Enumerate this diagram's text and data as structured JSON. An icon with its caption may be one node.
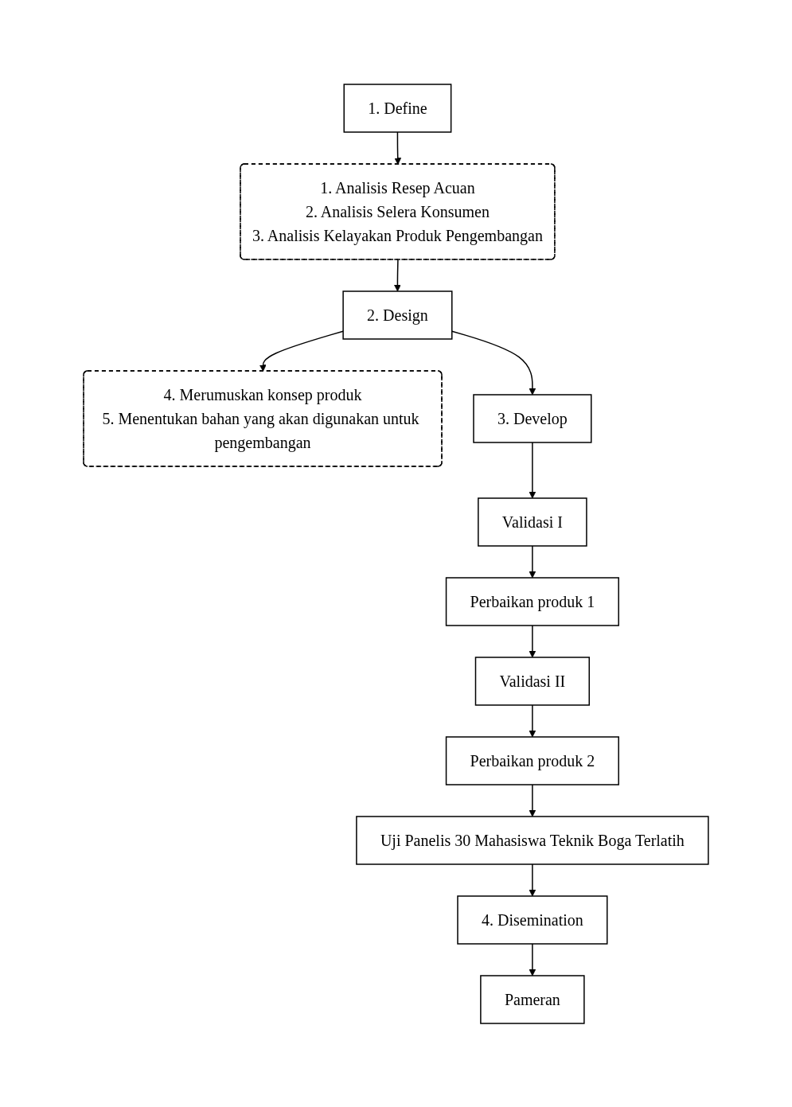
{
  "diagram": {
    "nodes": [
      {
        "text": [
          "1. Define"
        ]
      },
      {
        "text": [
          "1. Analisis Resep Acuan",
          "2. Analisis Selera Konsumen",
          "3. Analisis Kelayakan Produk Pengembangan"
        ]
      },
      {
        "text": [
          "2. Design"
        ]
      },
      {
        "text": [
          "4. Merumuskan konsep produk",
          "5. Menentukan bahan yang akan digunakan untuk pengembangan"
        ]
      },
      {
        "text": [
          "3. Develop"
        ]
      },
      {
        "text": [
          "Validasi I"
        ]
      },
      {
        "text": [
          "Perbaikan produk 1"
        ]
      },
      {
        "text": [
          "Validasi II"
        ]
      },
      {
        "text": [
          "Perbaikan produk 2"
        ]
      },
      {
        "text": [
          "Uji Panelis 30 Mahasiswa Teknik Boga Terlatih"
        ]
      },
      {
        "text": [
          "4. Disemination"
        ]
      },
      {
        "text": [
          "Pameran"
        ]
      }
    ],
    "edges": [
      {
        "from": 0,
        "to": 1,
        "arrow": "to"
      },
      {
        "from": 1,
        "to": 2,
        "arrow": "to"
      },
      {
        "from": 2,
        "to": 3,
        "arrow": "to"
      },
      {
        "from": 2,
        "to": 4,
        "arrow": "to"
      },
      {
        "from": 4,
        "to": 5,
        "arrow": "to"
      },
      {
        "from": 5,
        "to": 6,
        "arrow": "to"
      },
      {
        "from": 6,
        "to": 7,
        "arrow": "to"
      },
      {
        "from": 7,
        "to": 8,
        "arrow": "to"
      },
      {
        "from": 8,
        "to": 9,
        "arrow": "to"
      },
      {
        "from": 9,
        "to": 10,
        "arrow": "to"
      },
      {
        "from": 10,
        "to": 11,
        "arrow": "to"
      }
    ]
  }
}
